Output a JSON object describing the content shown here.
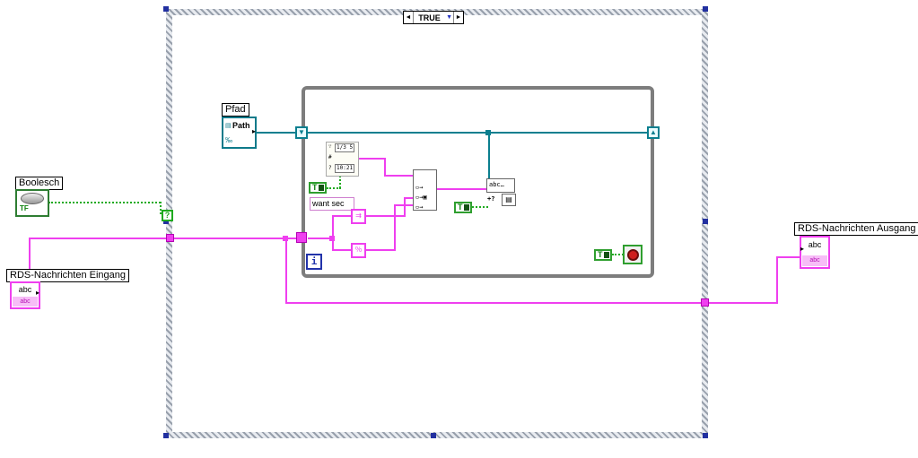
{
  "case_structure": {
    "selector": {
      "prev": "◄",
      "value": "TRUE",
      "dropdown": "▼",
      "next": "►"
    },
    "selector_terminal": "?"
  },
  "while_loop": {
    "iteration_terminal": "i",
    "tunnel_in": "▼",
    "tunnel_out": "▲"
  },
  "controls": {
    "pfad": {
      "label": "Pfad",
      "text": "Path",
      "glyph": "▤",
      "type_mark": "‰",
      "arrow": "▸"
    },
    "boolesch": {
      "label": "Boolesch",
      "type_mark": "TF"
    },
    "rds_in": {
      "label": "RDS-Nachrichten Eingang",
      "text": "abc",
      "type_mark": "abc",
      "arrow": "▸"
    },
    "rds_out": {
      "label": "RDS-Nachrichten Ausgang",
      "text": "abc",
      "type_mark": "abc",
      "arrow": "▸"
    }
  },
  "constants": {
    "bool_true_1": "T",
    "bool_true_2": "T",
    "bool_true_3": "T",
    "want_sec_label": "want sec"
  },
  "functions": {
    "datetime": {
      "mark1": "∵",
      "date": "1/3 5",
      "mark2": "#",
      "mark3": "?",
      "time": "10:21"
    },
    "concat_rows": "▫→\n▫→▣\n▫→",
    "string_fn": {
      "text": "abc…",
      "plus": "+?",
      "icon": "▤"
    },
    "pink_upper": "⇉",
    "pink_lower": "％"
  },
  "colors": {
    "string_wire": "#ef3fef",
    "path_wire": "#0b7f8f",
    "boolean_wire": "#1faa1f",
    "loop_border": "#7d7d7d",
    "selection_handle": "#2230a0"
  }
}
